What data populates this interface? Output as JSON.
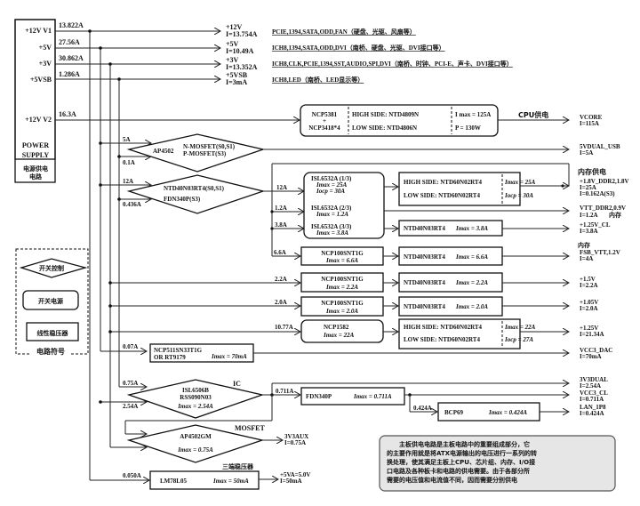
{
  "supply": {
    "rails": [
      {
        "name": "+12V V1",
        "current": "13.822A"
      },
      {
        "name": "+5V",
        "current": "27.56A"
      },
      {
        "name": "+3V",
        "current": "30.862A"
      },
      {
        "name": "+5VSB",
        "current": "1.286A"
      },
      {
        "name": "+12V V2",
        "current": "16.3A"
      }
    ],
    "label_en_1": "POWER",
    "label_en_2": "SUPPLY",
    "label_zh_1": "电源供电",
    "label_zh_2": "电路"
  },
  "top_outputs": [
    {
      "rail": "+12V",
      "current": "I=13.754A",
      "desc": "PCIE,1394,SATA,ODD,FAN（硬盘、光驱、风扇等）"
    },
    {
      "rail": "+5V",
      "current": "I=10.49A",
      "desc": "ICH8,1394,SATA,ODD,DVI（南桥、硬盘、光驱、DVI接口等）"
    },
    {
      "rail": "+3V",
      "current": "I=13.352A",
      "desc": "ICH8,CLK,PCIE,1394,SST,AUDIO,SPI,DVI（南桥、时钟、PCI-E、声卡、DVI接口等）"
    },
    {
      "rail": "+5VSB",
      "current": "I=3mA",
      "desc": "ICH8,LED（南桥、LED显示等）"
    }
  ],
  "cpu": {
    "ctrl_1": "NCP5381",
    "ctrl_plus": "+",
    "ctrl_2": "NCP3418*4",
    "high": "HIGH SIDE: NTD4809N",
    "low": "LOW  SIDE: NTD4806N",
    "imax": "I max = 125A",
    "power": "P  = 130W",
    "label": "CPU供电",
    "out_rail": "VCORE",
    "out_current": "I=115A"
  },
  "usb": {
    "in_a": "5A",
    "in_b": "0.1A",
    "part": "AP4502",
    "n": "N-MOSFET(S0,S1)",
    "p": "P-MOSFET(S3)",
    "out_rail": "5VDUAL_USB",
    "out_current": "I=5A"
  },
  "ddr_switch": {
    "in_a": "12A",
    "in_b": "0.436A",
    "part_1": "NTD40N03RT4(S0,S1)",
    "part_2": "FDN340P(S3)"
  },
  "isl": {
    "in_1": "12A",
    "in_2": "1.2A",
    "in_3": "3.8A",
    "p1_name": "ISL6532A (1/3)",
    "p1_imax": "Imax = 25A",
    "p1_iocp": "Iocp = 30A",
    "p2_name": "ISL6532A (2/3)",
    "p2_imax": "Imax = 1.2A",
    "p3_name": "ISL6532A (3/3)",
    "p3_imax": "Imax = 3.8A"
  },
  "ddr_fet": {
    "high": "HIGH SIDE: NTD60N02RT4",
    "low": "LOW  SIDE: NTD60N02RT4",
    "imax": "Imax = 25A",
    "iocp": "Iocp = 30A"
  },
  "mem_label": "内存供电",
  "outs_mid": [
    {
      "rail": "+1.8V_DDR2,1.8V",
      "i1": "I=25A",
      "i2": "I=0.162A(S3)"
    },
    {
      "rail": "VTT_DDR2,0.9V",
      "i1": "I=1.2A",
      "tag": "内存"
    },
    {
      "rail": "+1.25V_CL",
      "i1": "I=3.8A"
    },
    {
      "rail": "FSB_VTT,1.2V",
      "i1": "I=4A",
      "tag": "内存"
    }
  ],
  "fet_38": {
    "part": "NTD40N03RT4",
    "imax": "Imax = 3.8A"
  },
  "ncp_rows": [
    {
      "in": "6.6A",
      "ctrl": "NCP100SNT1G",
      "cimax": "Imax = 6.6A",
      "fet": "NTD40N03RT4",
      "fimax": "Imax = 6.6A"
    },
    {
      "in": "2.2A",
      "ctrl": "NCP100SNT1G",
      "cimax": "Imax = 2.2A",
      "fet": "NTD40N03RT4",
      "fimax": "Imax = 2.2A",
      "rail": "+1.5V",
      "cur": "I=2.2A"
    },
    {
      "in": "2.0A",
      "ctrl": "NCP100SNT1G",
      "cimax": "Imax = 2.0A",
      "fet": "NTD40N03RT4",
      "fimax": "Imax = 2.0A",
      "rail": "+1.05V",
      "cur": "I=2.0A"
    }
  ],
  "ncp1582": {
    "in": "10.77A",
    "part": "NCP1582",
    "imax": "Imax = 22A",
    "high": "HIGH SIDE: NTD60N02RT4",
    "low": "LOW  SIDE: NTD60N02RT4",
    "fimax": "Imax = 22A",
    "iocp": "Iocp = 27A",
    "rail": "+1.25V",
    "cur": "I=21.34A"
  },
  "dac": {
    "in": "0.07A",
    "part_1": "NCP511SN33T1G",
    "part_2": "OR  RT9179",
    "imax": "Imax = 70mA",
    "rail": "VCC3_DAC",
    "cur": "I=70mA"
  },
  "isl6506": {
    "in_a": "0.75A",
    "in_b": "2.54A",
    "part_1": "ISL6506B",
    "part_2": "RSS090N03",
    "imax": "Imax = 2.54A",
    "tag": "IC",
    "out_a": "0.711A",
    "rail": "3V3DUAL",
    "cur": "I=2.54A"
  },
  "fdn": {
    "part": "FDN340P",
    "imax": "Imax = 0.711A",
    "rail": "VCC3_CL",
    "cur": "I=0.711A"
  },
  "bcp": {
    "in": "0.424A",
    "part": "BCP69",
    "imax": "Imax = 0.424A",
    "rail": "LAN_1P8",
    "cur": "I=0.424A"
  },
  "ap4502gm": {
    "part": "AP4502GM",
    "imax": "Imax = 0.75A",
    "tag": "MOSFET",
    "rail": "3V3AUX",
    "cur": "I=0.75A"
  },
  "lm78": {
    "in": "0.050A",
    "part": "LM78L05",
    "imax": "Imax = 50mA",
    "tag": "三端稳压器",
    "rail": "+5VA=5.0V",
    "cur": "I=50mA"
  },
  "legend": {
    "switch_ctrl": "开关控制",
    "switch_psu": "开关电源",
    "linear_reg": "线性稳压器",
    "title": "电路符号"
  },
  "note": {
    "lines": [
      "　　主板供电电路是主板电路中的重要组成部分，它",
      "的主要作用就是将ATX电源输出的电压进行一系列的转",
      "换处理，使其满足主板上CPU、芯片组、内存、I/O接",
      "口电路及各种板卡和电路的供电需要。由于各部分所",
      "需要的电压值和电流值不同，因而需要分别供电"
    ]
  }
}
